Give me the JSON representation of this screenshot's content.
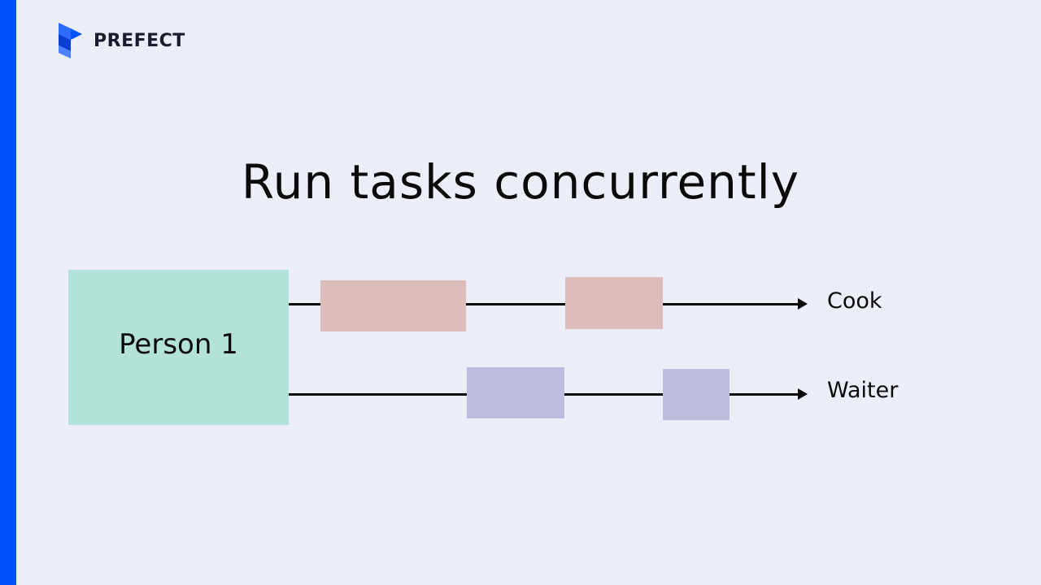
{
  "logo": {
    "text": "PREFECT",
    "icon": "prefect-logo-icon",
    "color": "#0052FF"
  },
  "title": "Run tasks concurrently",
  "diagram": {
    "person_label": "Person 1",
    "lanes": [
      {
        "label": "Cook",
        "task_color": "#DFBCBC"
      },
      {
        "label": "Waiter",
        "task_color": "#BCBDDF"
      }
    ]
  },
  "colors": {
    "background": "#ECEEF7",
    "accent_bar": "#0052FF",
    "person_box": "#B3E2D8",
    "line": "#0A0A0A"
  }
}
